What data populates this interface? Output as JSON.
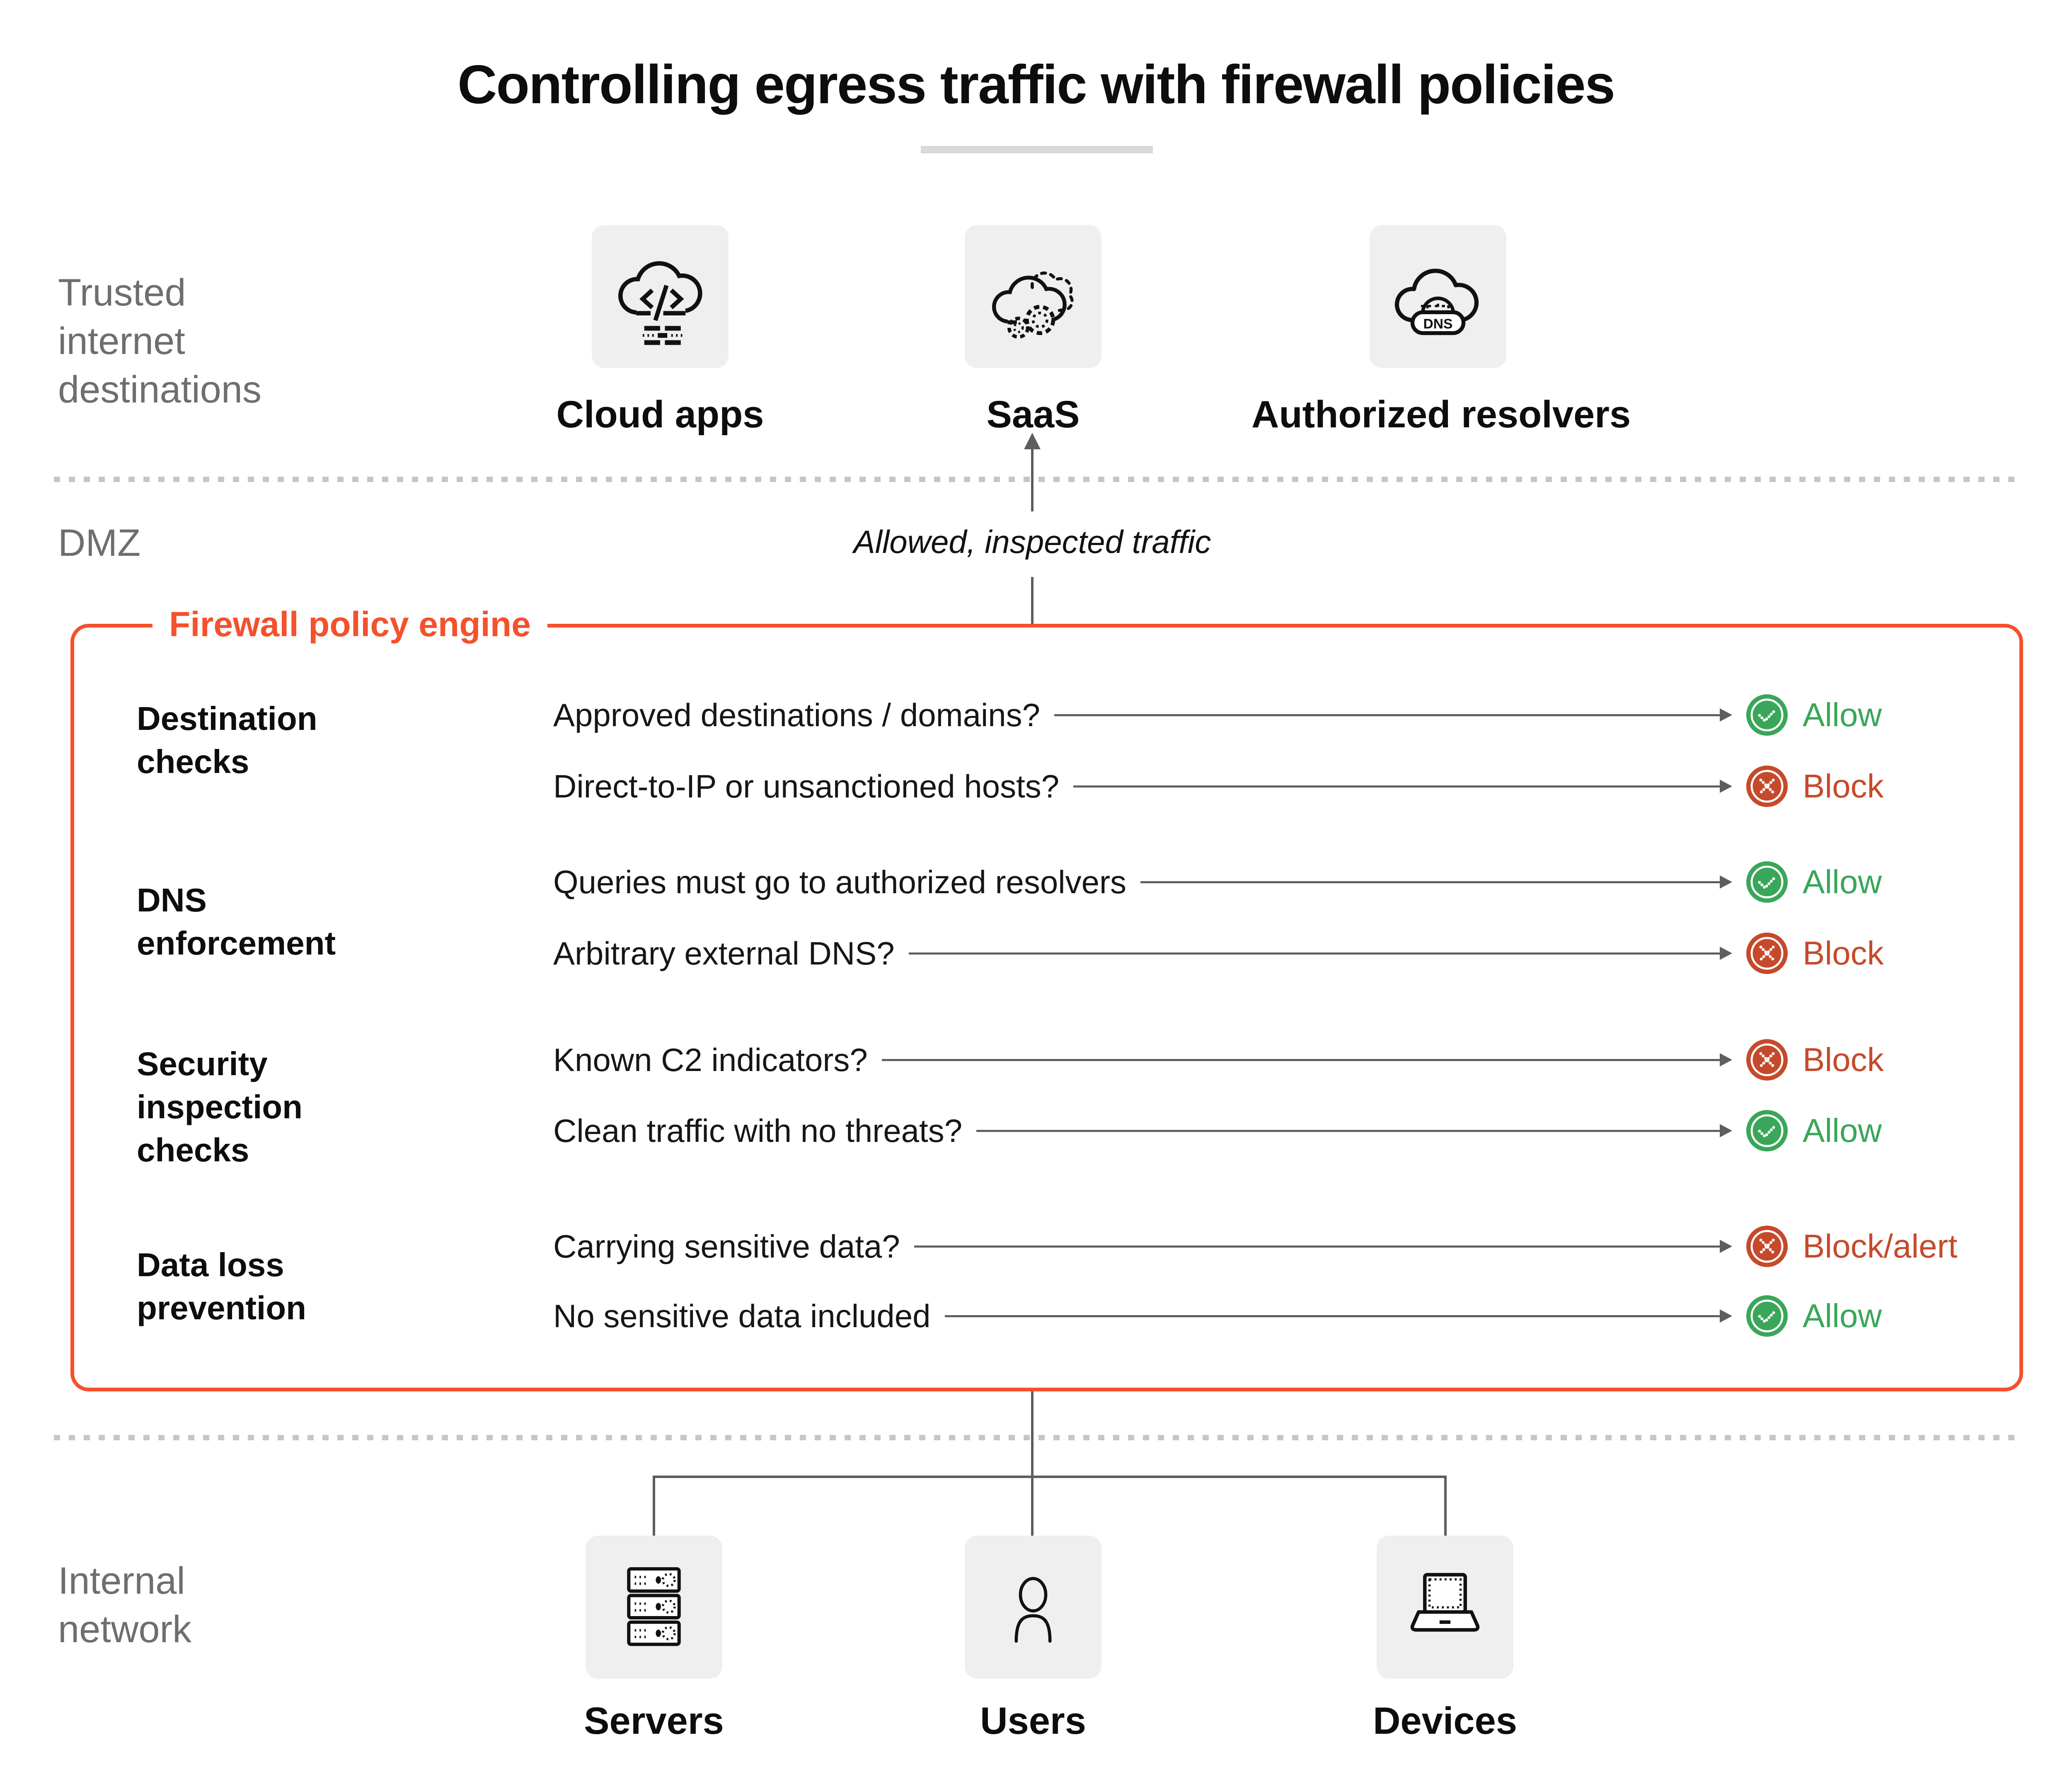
{
  "title": "Controlling egress traffic with firewall policies",
  "zones": {
    "trusted": "Trusted internet destinations",
    "dmz": "DMZ",
    "internal": "Internal network"
  },
  "traffic_note": "Allowed, inspected traffic",
  "destinations": [
    {
      "label": "Cloud apps",
      "icon": "cloud-code-icon"
    },
    {
      "label": "SaaS",
      "icon": "cloud-gears-icon"
    },
    {
      "label": "Authorized resolvers",
      "icon": "cloud-dns-globe-icon"
    }
  ],
  "dns_badge_text": "DNS",
  "engine": {
    "label": "Firewall policy engine",
    "sections": [
      {
        "label": "Destination checks",
        "rows": [
          {
            "question": "Approved destinations / domains?",
            "verdict": "Allow",
            "type": "allow"
          },
          {
            "question": "Direct-to-IP or unsanctioned hosts?",
            "verdict": "Block",
            "type": "block"
          }
        ]
      },
      {
        "label": "DNS enforcement",
        "rows": [
          {
            "question": "Queries must go to authorized resolvers",
            "verdict": "Allow",
            "type": "allow"
          },
          {
            "question": "Arbitrary external DNS?",
            "verdict": "Block",
            "type": "block"
          }
        ]
      },
      {
        "label": "Security inspection checks",
        "rows": [
          {
            "question": "Known C2 indicators?",
            "verdict": "Block",
            "type": "block"
          },
          {
            "question": "Clean traffic with no threats?",
            "verdict": "Allow",
            "type": "allow"
          }
        ]
      },
      {
        "label": "Data loss prevention",
        "rows": [
          {
            "question": "Carrying sensitive data?",
            "verdict": "Block/alert",
            "type": "block"
          },
          {
            "question": "No sensitive data included",
            "verdict": "Allow",
            "type": "allow"
          }
        ]
      }
    ]
  },
  "internal_nodes": [
    {
      "label": "Servers",
      "icon": "server-stack-icon"
    },
    {
      "label": "Users",
      "icon": "person-icon"
    },
    {
      "label": "Devices",
      "icon": "laptop-icon"
    }
  ],
  "colors": {
    "allow_green": "#3aa65a",
    "block_red": "#c54a2b",
    "engine_orange": "#f4512c",
    "line_gray": "#5e5e5e",
    "zone_text_gray": "#6e6e6e",
    "card_gray": "#efefef"
  }
}
